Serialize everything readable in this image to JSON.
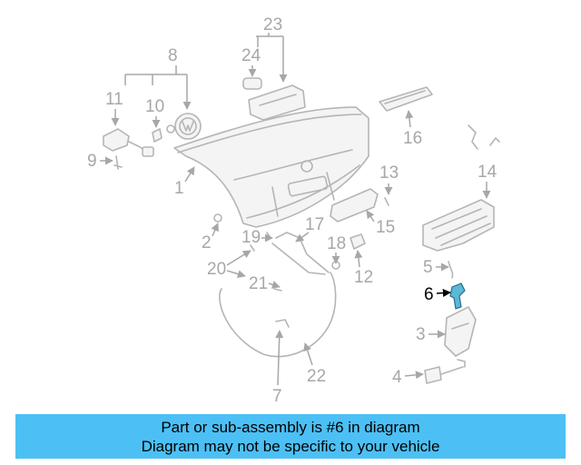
{
  "highlight_color": "#5ab8d8",
  "banner_color": "#4cc0f5",
  "callouts": {
    "c1": "1",
    "c2": "2",
    "c3": "3",
    "c4": "4",
    "c5": "5",
    "c6": "6",
    "c7": "7",
    "c8": "8",
    "c9": "9",
    "c10": "10",
    "c11": "11",
    "c12": "12",
    "c13": "13",
    "c14": "14",
    "c15": "15",
    "c16": "16",
    "c17": "17",
    "c18": "18",
    "c19": "19",
    "c20": "20",
    "c21": "21",
    "c22": "22",
    "c23": "23",
    "c24": "24"
  },
  "banner": {
    "line1": "Part or sub-assembly is #6 in diagram",
    "line2": "Diagram may not be specific to your vehicle"
  }
}
